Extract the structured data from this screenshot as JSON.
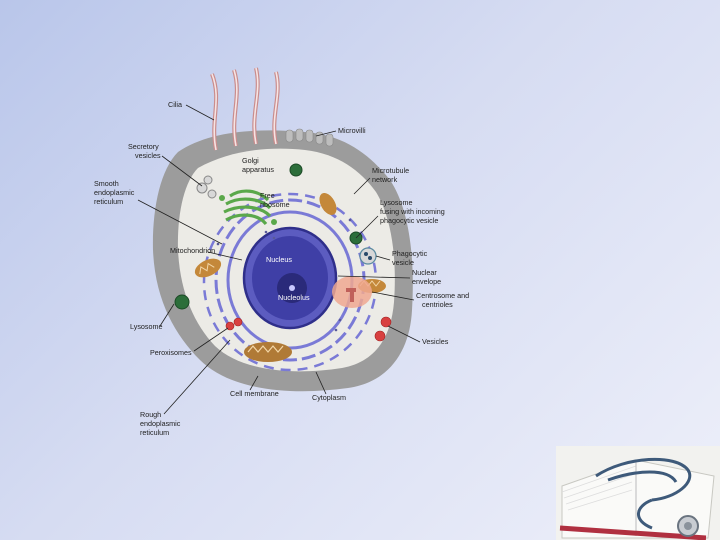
{
  "diagram": {
    "labels": {
      "cilia": "Cilia",
      "microvilli": "Microvilli",
      "secretory_vesicles": [
        "Secretory",
        "vesicles"
      ],
      "golgi_apparatus": [
        "Golgi",
        "apparatus"
      ],
      "smooth_er": [
        "Smooth",
        "endoplasmic",
        "reticulum"
      ],
      "microtubule_network": [
        "Microtubule",
        "network"
      ],
      "free_ribosome": [
        "Free",
        "ribosome"
      ],
      "lysosome_fusing": [
        "Lysosome",
        "fusing with incoming",
        "phagocytic vesicle"
      ],
      "mitochondrion": "Mitochondrion",
      "nucleus": "Nucleus",
      "phagocytic_vesicle": [
        "Phagocytic",
        "vesicle"
      ],
      "nuclear_envelope": [
        "Nuclear",
        "envelope"
      ],
      "nucleolus": "Nucleolus",
      "centrosome": [
        "Centrosome and",
        "centrioles"
      ],
      "lysosome": "Lysosome",
      "peroxisomes": "Peroxisomes",
      "vesicles": "Vesicles",
      "cell_membrane": "Cell membrane",
      "cytoplasm": "Cytoplasm",
      "rough_er": [
        "Rough",
        "endoplasmic",
        "reticulum"
      ]
    }
  },
  "colors": {
    "membrane": "#9c9c9c",
    "cytoplasm": "#ecebe6",
    "nucleus": "#3f3fa6",
    "er": "#7a7ad6",
    "golgi": "#5aa84a",
    "mitochondrion": "#c4883a",
    "centrosome": "#f0a890",
    "vesicle_red": "#d84040"
  }
}
